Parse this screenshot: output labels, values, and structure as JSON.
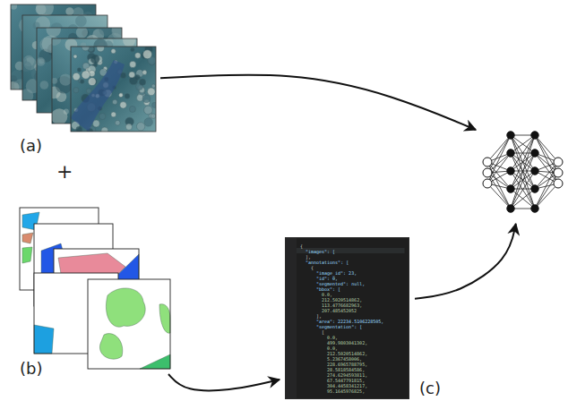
{
  "diagram": {
    "nodes": [
      {
        "text": [
          "(a)"
        ]
      },
      {
        "text": [
          "(b)"
        ]
      },
      {
        "text": [
          "(c)",
          "{",
          "\"images\": [",
          "],",
          "\"annotations\": [",
          "{",
          "\"image_id\": 23,",
          "\"id\": 0,",
          "\"segmented\": null,",
          "\"bbox\": [",
          "0.0,",
          "212.5020514862,",
          "113.4776682963,",
          "207.485452052",
          "],",
          "\"area\": 22234.5106228505,",
          "\"segmentation\": [",
          "[",
          "0.0,",
          "499.9803041302,",
          "0.0,",
          "212.5020514862,",
          "5.2367458006,",
          "228.6965788795,",
          "28.5818584586,",
          "274.6294593811,",
          "67.5447791815,",
          "304.4458341217,",
          "95.1645976825,"
        ]
      },
      {
        "text": []
      }
    ],
    "edges": [
      {
        "from": 0,
        "to": 3,
        "arrow": "to"
      },
      {
        "from": 1,
        "to": 2,
        "arrow": "to"
      },
      {
        "from": 2,
        "to": 3,
        "arrow": "to"
      }
    ],
    "labels": [
      "+"
    ]
  }
}
